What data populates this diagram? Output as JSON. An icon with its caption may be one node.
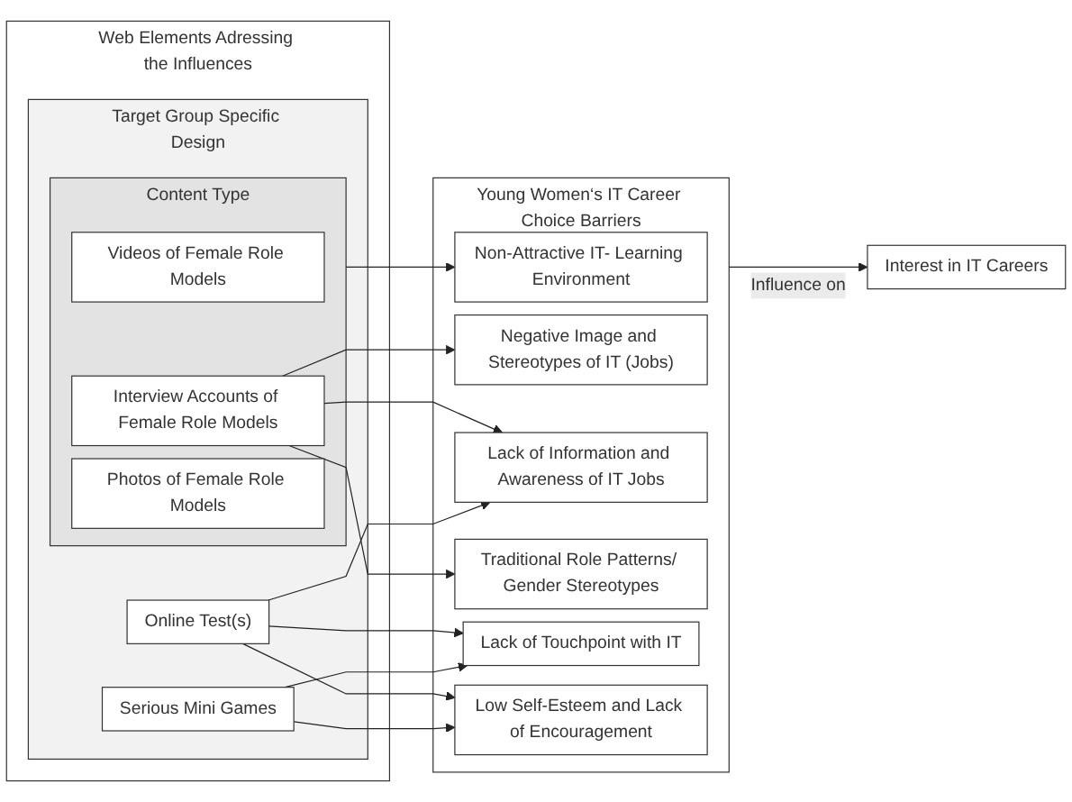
{
  "diagram": {
    "nodes": [
      {
        "text": [
          "Web Elements Adressing the Influences"
        ]
      },
      {
        "text": [
          "Target Group Specific Design"
        ],
        "in": 0
      },
      {
        "text": [
          "Content Type"
        ],
        "in": 1
      },
      {
        "text": [
          "Videos of Female Role Models"
        ],
        "in": 2
      },
      {
        "text": [
          "Interview Accounts of Female Role Models"
        ],
        "in": 2
      },
      {
        "text": [
          "Photos of Female Role Models"
        ],
        "in": 2
      },
      {
        "text": [
          "Online Test(s)"
        ],
        "in": 1
      },
      {
        "text": [
          "Serious Mini Games"
        ],
        "in": 1
      },
      {
        "text": [
          "Young Women‘s IT Career Choice Barriers"
        ]
      },
      {
        "text": [
          "Non-Attractive IT- Learning Environment"
        ],
        "in": 8
      },
      {
        "text": [
          "Negative Image and Stereotypes of IT (Jobs)"
        ],
        "in": 8
      },
      {
        "text": [
          "Lack of Information and Awareness of IT Jobs"
        ],
        "in": 8
      },
      {
        "text": [
          "Traditional Role Patterns/ Gender Stereotypes"
        ],
        "in": 8
      },
      {
        "text": [
          "Lack of Touchpoint with IT"
        ],
        "in": 8
      },
      {
        "text": [
          "Low Self-Esteem and Lack of Encouragement"
        ],
        "in": 8
      },
      {
        "text": [
          "Interest in IT Careers"
        ]
      }
    ],
    "edges": [
      {
        "from": 2,
        "to": 9,
        "arrow": "to"
      },
      {
        "from": 4,
        "to": 10,
        "arrow": "to"
      },
      {
        "from": 4,
        "to": 11,
        "arrow": "to"
      },
      {
        "from": 4,
        "to": 12,
        "arrow": "to"
      },
      {
        "from": 6,
        "to": 11,
        "arrow": "to"
      },
      {
        "from": 6,
        "to": 13,
        "arrow": "to"
      },
      {
        "from": 6,
        "to": 14,
        "arrow": "to"
      },
      {
        "from": 7,
        "to": 13,
        "arrow": "to"
      },
      {
        "from": 7,
        "to": 14,
        "arrow": "to"
      },
      {
        "from": 8,
        "to": 15,
        "label": "Influence on",
        "arrow": "to"
      }
    ]
  }
}
